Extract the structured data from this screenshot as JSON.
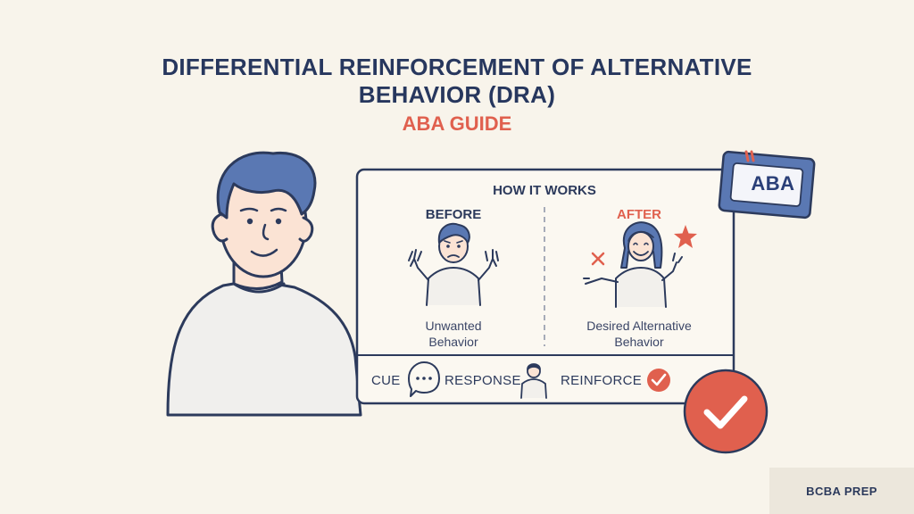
{
  "header": {
    "title_line1": "DIFFERENTIAL REINFORCEMENT OF ALTERNATIVE",
    "title_line2": "BEHAVIOR (DRA)",
    "subtitle": "ABA GUIDE"
  },
  "panel": {
    "heading": "HOW IT WORKS",
    "before": {
      "label": "BEFORE",
      "caption_line1": "Unwanted",
      "caption_line2": "Behavior"
    },
    "after": {
      "label": "AFTER",
      "caption_line1": "Desired Alternative",
      "caption_line2": "Behavior"
    },
    "flow": {
      "step1": "CUE",
      "step2": "RESPONSE",
      "step3": "REINFORCE"
    }
  },
  "badge": {
    "label": "ABA"
  },
  "footer": {
    "label": "BCBA PREP"
  },
  "colors": {
    "navy": "#27375e",
    "accent_red": "#e0604e",
    "hair_blue": "#5a78b3",
    "background": "#f8f4eb"
  }
}
